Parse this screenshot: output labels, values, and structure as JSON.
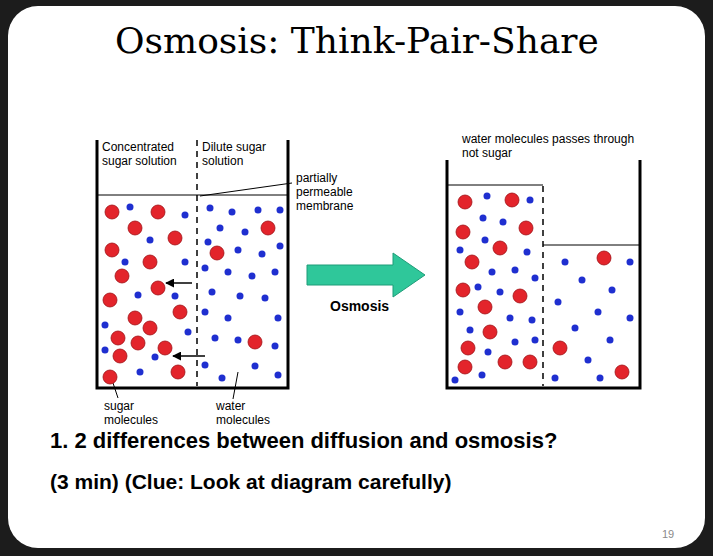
{
  "diagram": {
    "title": "Osmosis: Think-Pair-Share",
    "labels": [
      "Concentrated sugar solution",
      "Dilute sugar solution",
      "partially permeable membrane",
      "Osmosis",
      "sugar molecules",
      "water molecules",
      "water molecules passes through not sugar",
      "1. 2 differences between diffusion and osmosis?",
      "(3 min) (Clue: Look at diagram carefully)",
      "19"
    ]
  }
}
